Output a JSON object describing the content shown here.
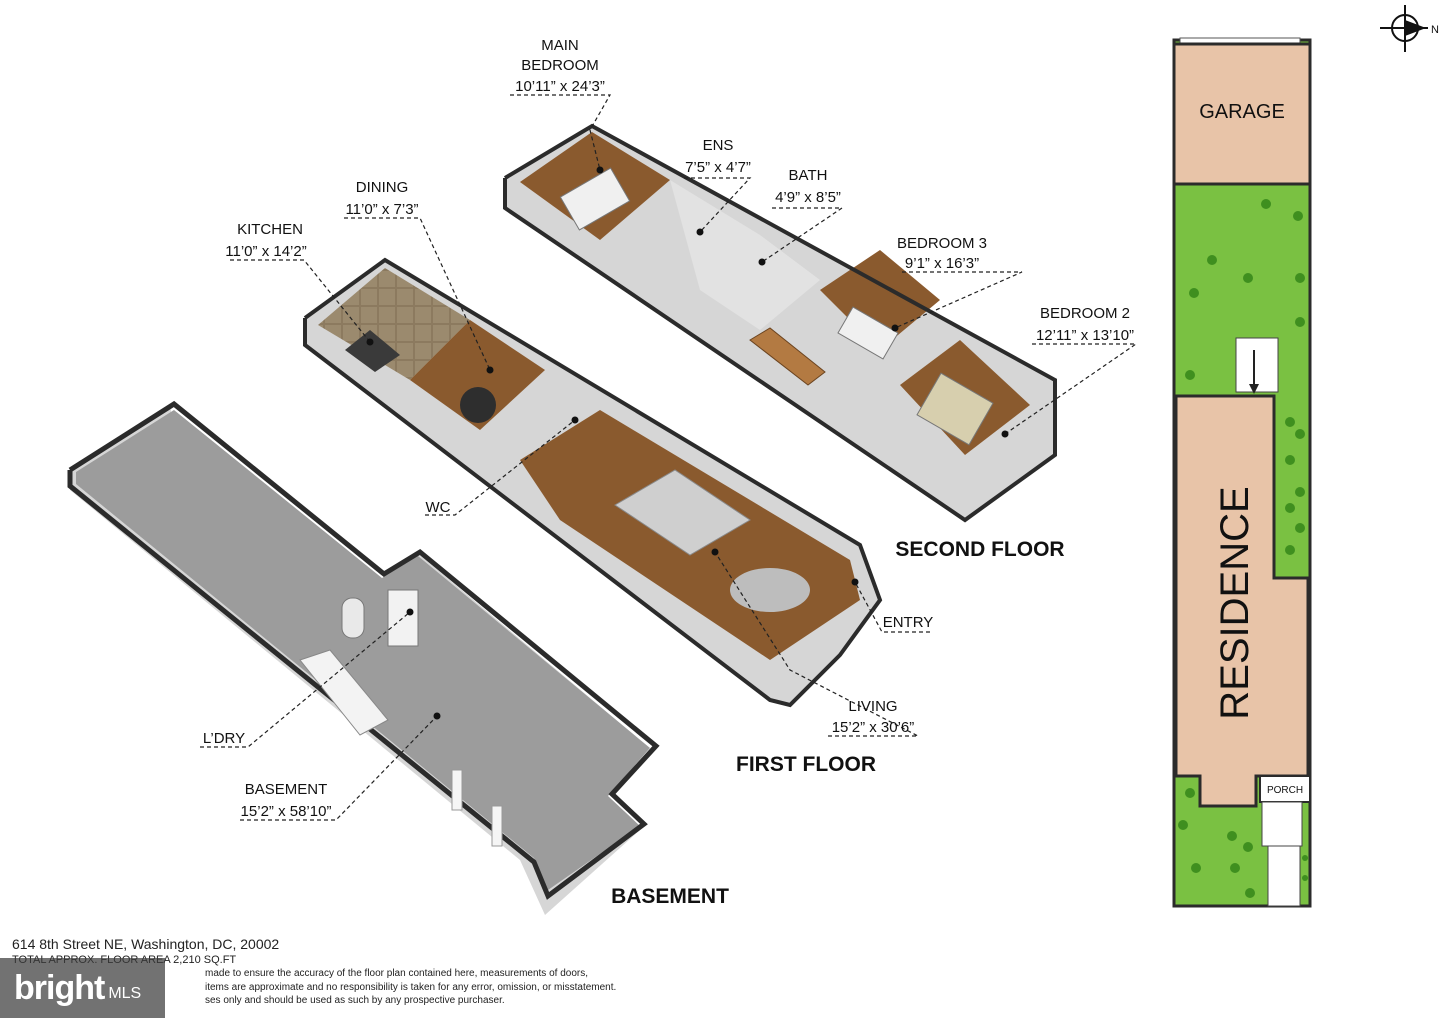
{
  "compass": {
    "north_label": "N"
  },
  "floors": {
    "second": "SECOND FLOOR",
    "first": "FIRST FLOOR",
    "basement": "BASEMENT"
  },
  "rooms": {
    "main_bedroom": {
      "name1": "MAIN",
      "name2": "BEDROOM",
      "dims": "10’11” x 24’3”"
    },
    "ens": {
      "name": "ENS",
      "dims": "7’5” x 4’7”"
    },
    "bath": {
      "name": "BATH",
      "dims": "4’9” x 8’5”"
    },
    "bedroom3": {
      "name": "BEDROOM 3",
      "dims": "9’1” x 16’3”"
    },
    "bedroom2": {
      "name": "BEDROOM 2",
      "dims": "12’11” x 13’10”"
    },
    "dining": {
      "name": "DINING",
      "dims": "11’0” x 7’3”"
    },
    "kitchen": {
      "name": "KITCHEN",
      "dims": "11’0” x 14’2”"
    },
    "wc": {
      "name": "WC"
    },
    "entry": {
      "name": "ENTRY"
    },
    "living": {
      "name": "LIVING",
      "dims": "15’2” x 30’6”"
    },
    "laundry": {
      "name": "L’DRY"
    },
    "basement": {
      "name": "BASEMENT",
      "dims": "15’2” x 58’10”"
    }
  },
  "site": {
    "garage": "GARAGE",
    "residence": "RESIDENCE",
    "porch": "PORCH"
  },
  "footer": {
    "address": "614 8th Street NE, Washington, DC, 20002",
    "area": "TOTAL APPROX. FLOOR AREA 2,210 SQ.FT",
    "disclaimer1": "made to ensure the accuracy of the floor plan contained here, measurements of doors,",
    "disclaimer2": "items are approximate and no responsibility is taken for any error, omission, or misstatement.",
    "disclaimer3": "ses only and should be used as such by any prospective purchaser.",
    "logo_main": "bright",
    "logo_sub": "MLS"
  },
  "colors": {
    "wall_top": "#2b2b2b",
    "wall_side": "#d4d4d4",
    "wood": "#8a5a2e",
    "concrete": "#9a9a9a",
    "lawn": "#7ac142",
    "building": "#e8c4a8"
  }
}
